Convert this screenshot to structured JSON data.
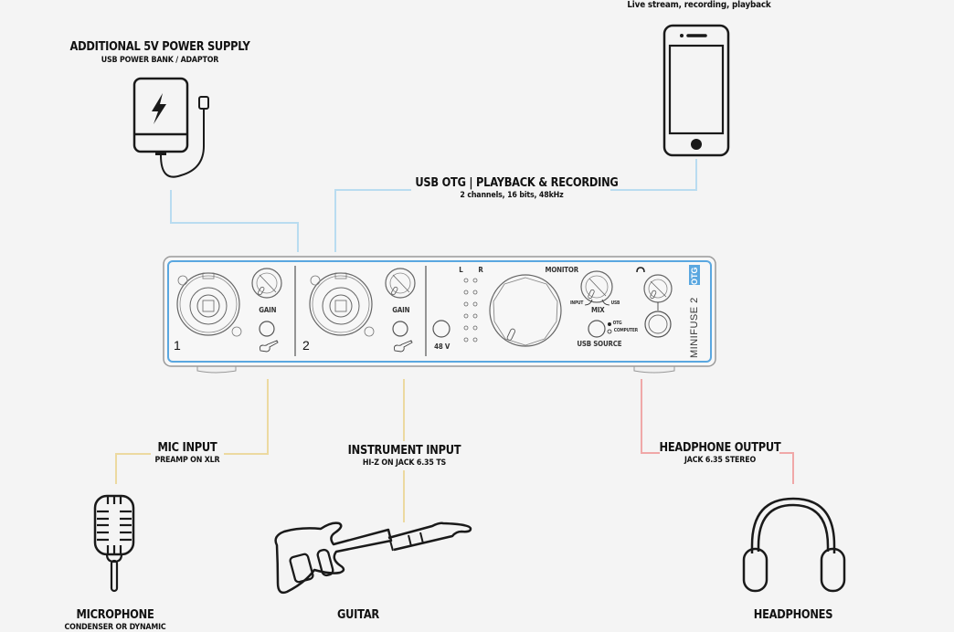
{
  "power": {
    "title": "ADDITIONAL 5V POWER SUPPLY",
    "subtitle": "USB POWER BANK / ADAPTOR",
    "icon": "power-bank-icon"
  },
  "phone": {
    "caption": "Live stream, recording, playback",
    "icon": "smartphone-icon"
  },
  "usb_otg": {
    "title": "USB OTG | PLAYBACK & RECORDING",
    "subtitle": "2 channels, 16 bits, 48kHz"
  },
  "device": {
    "model": "MINIFUSE 2",
    "badge": "OTG",
    "channel_1": "1",
    "channel_2": "2",
    "gain_label": "GAIN",
    "phantom_label": "48 V",
    "meter_left": "L",
    "meter_right": "R",
    "monitor_label": "MONITOR",
    "mix_label": "MIX",
    "mix_input": "INPUT",
    "mix_usb": "USB",
    "usb_source_label": "USB SOURCE",
    "usb_source_options": [
      "OTG",
      "COMPUTER"
    ],
    "accent_color": "#5aa7e0"
  },
  "mic_input": {
    "title": "MIC INPUT",
    "subtitle": "PREAMP ON XLR"
  },
  "instrument_input": {
    "title": "INSTRUMENT INPUT",
    "subtitle": "HI-Z ON JACK 6.35 TS"
  },
  "headphone_output": {
    "title": "HEADPHONE OUTPUT",
    "subtitle": "JACK 6.35 STEREO"
  },
  "microphone": {
    "title": "MICROPHONE",
    "subtitle": "CONDENSER OR DYNAMIC",
    "icon": "microphone-icon"
  },
  "guitar": {
    "title": "GUITAR",
    "icon": "guitar-icon"
  },
  "headphones": {
    "title": "HEADPHONES",
    "icon": "headphones-icon"
  },
  "line_colors": {
    "usb": "#b9dcf0",
    "input": "#ecd9a0",
    "output": "#f0a8a8"
  }
}
